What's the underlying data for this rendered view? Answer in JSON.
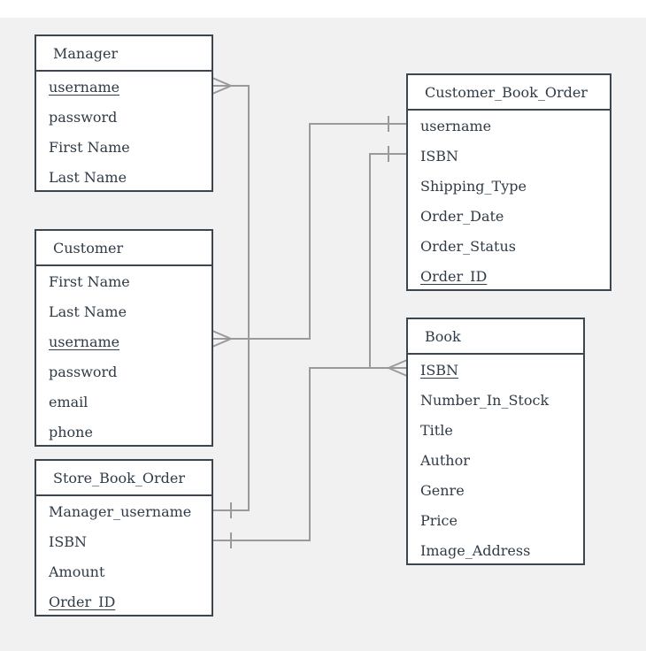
{
  "entities": {
    "manager": {
      "title": "Manager",
      "attributes": [
        {
          "name": "username",
          "key": true
        },
        {
          "name": "password",
          "key": false
        },
        {
          "name": "First Name",
          "key": false
        },
        {
          "name": "Last Name",
          "key": false
        }
      ]
    },
    "customer": {
      "title": "Customer",
      "attributes": [
        {
          "name": "First Name",
          "key": false
        },
        {
          "name": "Last Name",
          "key": false
        },
        {
          "name": "username",
          "key": true
        },
        {
          "name": "password",
          "key": false
        },
        {
          "name": "email",
          "key": false
        },
        {
          "name": "phone",
          "key": false
        }
      ]
    },
    "store_book_order": {
      "title": "Store_Book_Order",
      "attributes": [
        {
          "name": "Manager_username",
          "key": false
        },
        {
          "name": "ISBN",
          "key": false
        },
        {
          "name": "Amount",
          "key": false
        },
        {
          "name": "Order_ID",
          "key": true
        }
      ]
    },
    "customer_book_order": {
      "title": "Customer_Book_Order",
      "attributes": [
        {
          "name": "username",
          "key": false
        },
        {
          "name": "ISBN",
          "key": false
        },
        {
          "name": "Shipping_Type",
          "key": false
        },
        {
          "name": "Order_Date",
          "key": false
        },
        {
          "name": "Order_Status",
          "key": false
        },
        {
          "name": "Order_ID",
          "key": true
        }
      ]
    },
    "book": {
      "title": "Book",
      "attributes": [
        {
          "name": "ISBN",
          "key": true
        },
        {
          "name": "Number_In_Stock",
          "key": false
        },
        {
          "name": "Title",
          "key": false
        },
        {
          "name": "Author",
          "key": false
        },
        {
          "name": "Genre",
          "key": false
        },
        {
          "name": "Price",
          "key": false
        },
        {
          "name": "Image_Address",
          "key": false
        }
      ]
    }
  },
  "relationships": [
    {
      "from": "store_book_order.Manager_username",
      "from_end": "one",
      "to": "manager.username",
      "to_end": "many"
    },
    {
      "from": "customer_book_order.username",
      "from_end": "one",
      "to": "customer.username",
      "to_end": "many"
    },
    {
      "from": "store_book_order.ISBN",
      "from_end": "one",
      "to": "book.ISBN",
      "to_end": "many"
    },
    {
      "from": "customer_book_order.ISBN",
      "from_end": "one",
      "to": "book.ISBN",
      "to_end": "many"
    }
  ],
  "colors": {
    "canvas": "#f1f1f1",
    "entity_border": "#3b4652",
    "entity_fill": "#ffffff",
    "text": "#303b46",
    "connector": "#9a9a9a"
  }
}
